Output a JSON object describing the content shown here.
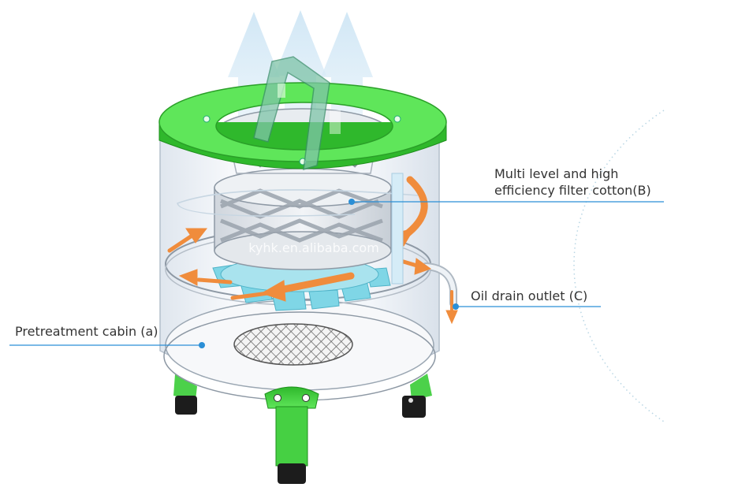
{
  "labels": {
    "filter_cotton_line1": "Multi level and high",
    "filter_cotton_line2": "efficiency filter cotton(B)",
    "oil_drain": "Oil drain outlet (C)",
    "pretreatment": "Pretreatment cabin (a)"
  },
  "watermark": "kyhk.en.alibaba.com",
  "colors": {
    "green_frame": "#5fe65a",
    "green_dark": "#2fb82c",
    "flow_arrow": "#f08c3c",
    "callout_line": "#2b8fd6",
    "exhaust_arrow": "#cfe6f5",
    "fan_cyan": "#7fd6e6",
    "glass": "#eef3f8"
  },
  "icons": [
    "exhaust-arrow-icon",
    "flow-arrow-icon",
    "callout-dot-icon",
    "screw-icon"
  ]
}
